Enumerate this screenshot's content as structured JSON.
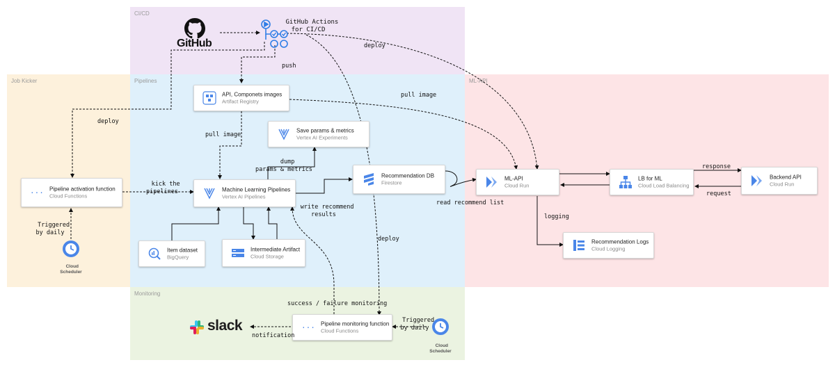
{
  "regions": {
    "cicd": "CI/CD",
    "job_kicker": "Job Kicker",
    "pipelines": "Pipelines",
    "ml_api": "ML-API",
    "monitoring": "Monitoring"
  },
  "logos": {
    "github": "GitHub",
    "slack": "slack"
  },
  "github_actions": "GitHub Actions\nfor CI/CD",
  "nodes": {
    "artifact_registry": {
      "title": "API, Componets images",
      "sub": "Artifact Registry"
    },
    "experiments": {
      "title": "Save params & metrics",
      "sub": "Vertex AI Experiments"
    },
    "pipeline_activation": {
      "title": "Pipeline activation function",
      "sub": "Cloud Functions"
    },
    "ml_pipelines": {
      "title": "Machine Learning Pipelines",
      "sub": "Vertex AI Pipelines"
    },
    "recommendation_db": {
      "title": "Recommendation DB",
      "sub": "Firestore"
    },
    "item_dataset": {
      "title": "Item dataset",
      "sub": "BigQuery"
    },
    "intermediate_artifact": {
      "title": "Intermediate Artifact",
      "sub": "Cloud Storage"
    },
    "ml_api": {
      "title": "ML-API",
      "sub": "Cloud Run"
    },
    "lb": {
      "title": "LB for ML",
      "sub": "Cloud Load Balancing"
    },
    "backend": {
      "title": "Backend API",
      "sub": "Cloud Run"
    },
    "logs": {
      "title": "Recommendation Logs",
      "sub": "Cloud Logging"
    },
    "monitoring_fn": {
      "title": "Pipeline monitoring function",
      "sub": "Cloud Functions"
    }
  },
  "schedulers": {
    "left": "Cloud\nScheduler",
    "right": "Cloud\nScheduler"
  },
  "edge_labels": {
    "deploy_top": "deploy",
    "push": "push",
    "pull_image_right": "pull image",
    "deploy_left": "deploy",
    "pull_image_left": "pull image",
    "dump": "dump\nparams & metrics",
    "kick": "kick the\npipelines",
    "write": "write recommend\nresults",
    "read": "read recommend list",
    "response": "response",
    "request": "request",
    "logging": "logging",
    "triggered_left": "Triggered\nby daily",
    "deploy_mid": "deploy",
    "monitoring": "success / failure monitoring",
    "triggered_right": "Triggered\nby daily",
    "notification": "notification"
  },
  "colors": {
    "cicd": "#f0e4f5",
    "job_kicker": "#fdf1dc",
    "pipelines": "#dff0fb",
    "ml_api": "#fde4e6",
    "monitoring": "#ebf3e1",
    "gcp_blue": "#4a86e8"
  }
}
